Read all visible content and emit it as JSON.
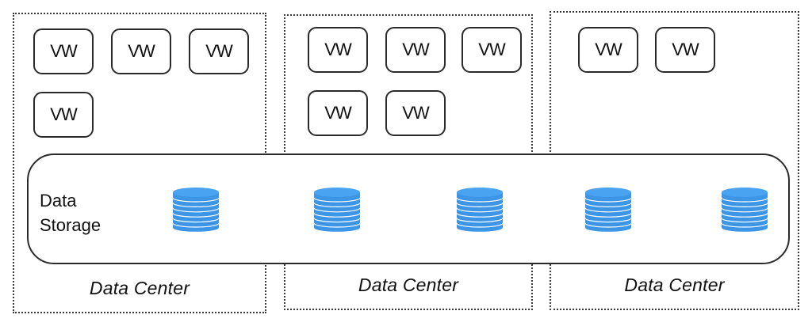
{
  "diagram": {
    "accent_color": "#3d95e6",
    "data_centers": [
      {
        "label": "Data Center",
        "nodes": [
          "VW",
          "VW",
          "VW",
          "VW"
        ]
      },
      {
        "label": "Data Center",
        "nodes": [
          "VW",
          "VW",
          "VW",
          "VW",
          "VW"
        ]
      },
      {
        "label": "Data Center",
        "nodes": [
          "VW",
          "VW"
        ]
      }
    ],
    "storage": {
      "label_line1": "Data",
      "label_line2": "Storage",
      "icon": "database-icon",
      "icon_count": 5
    }
  }
}
